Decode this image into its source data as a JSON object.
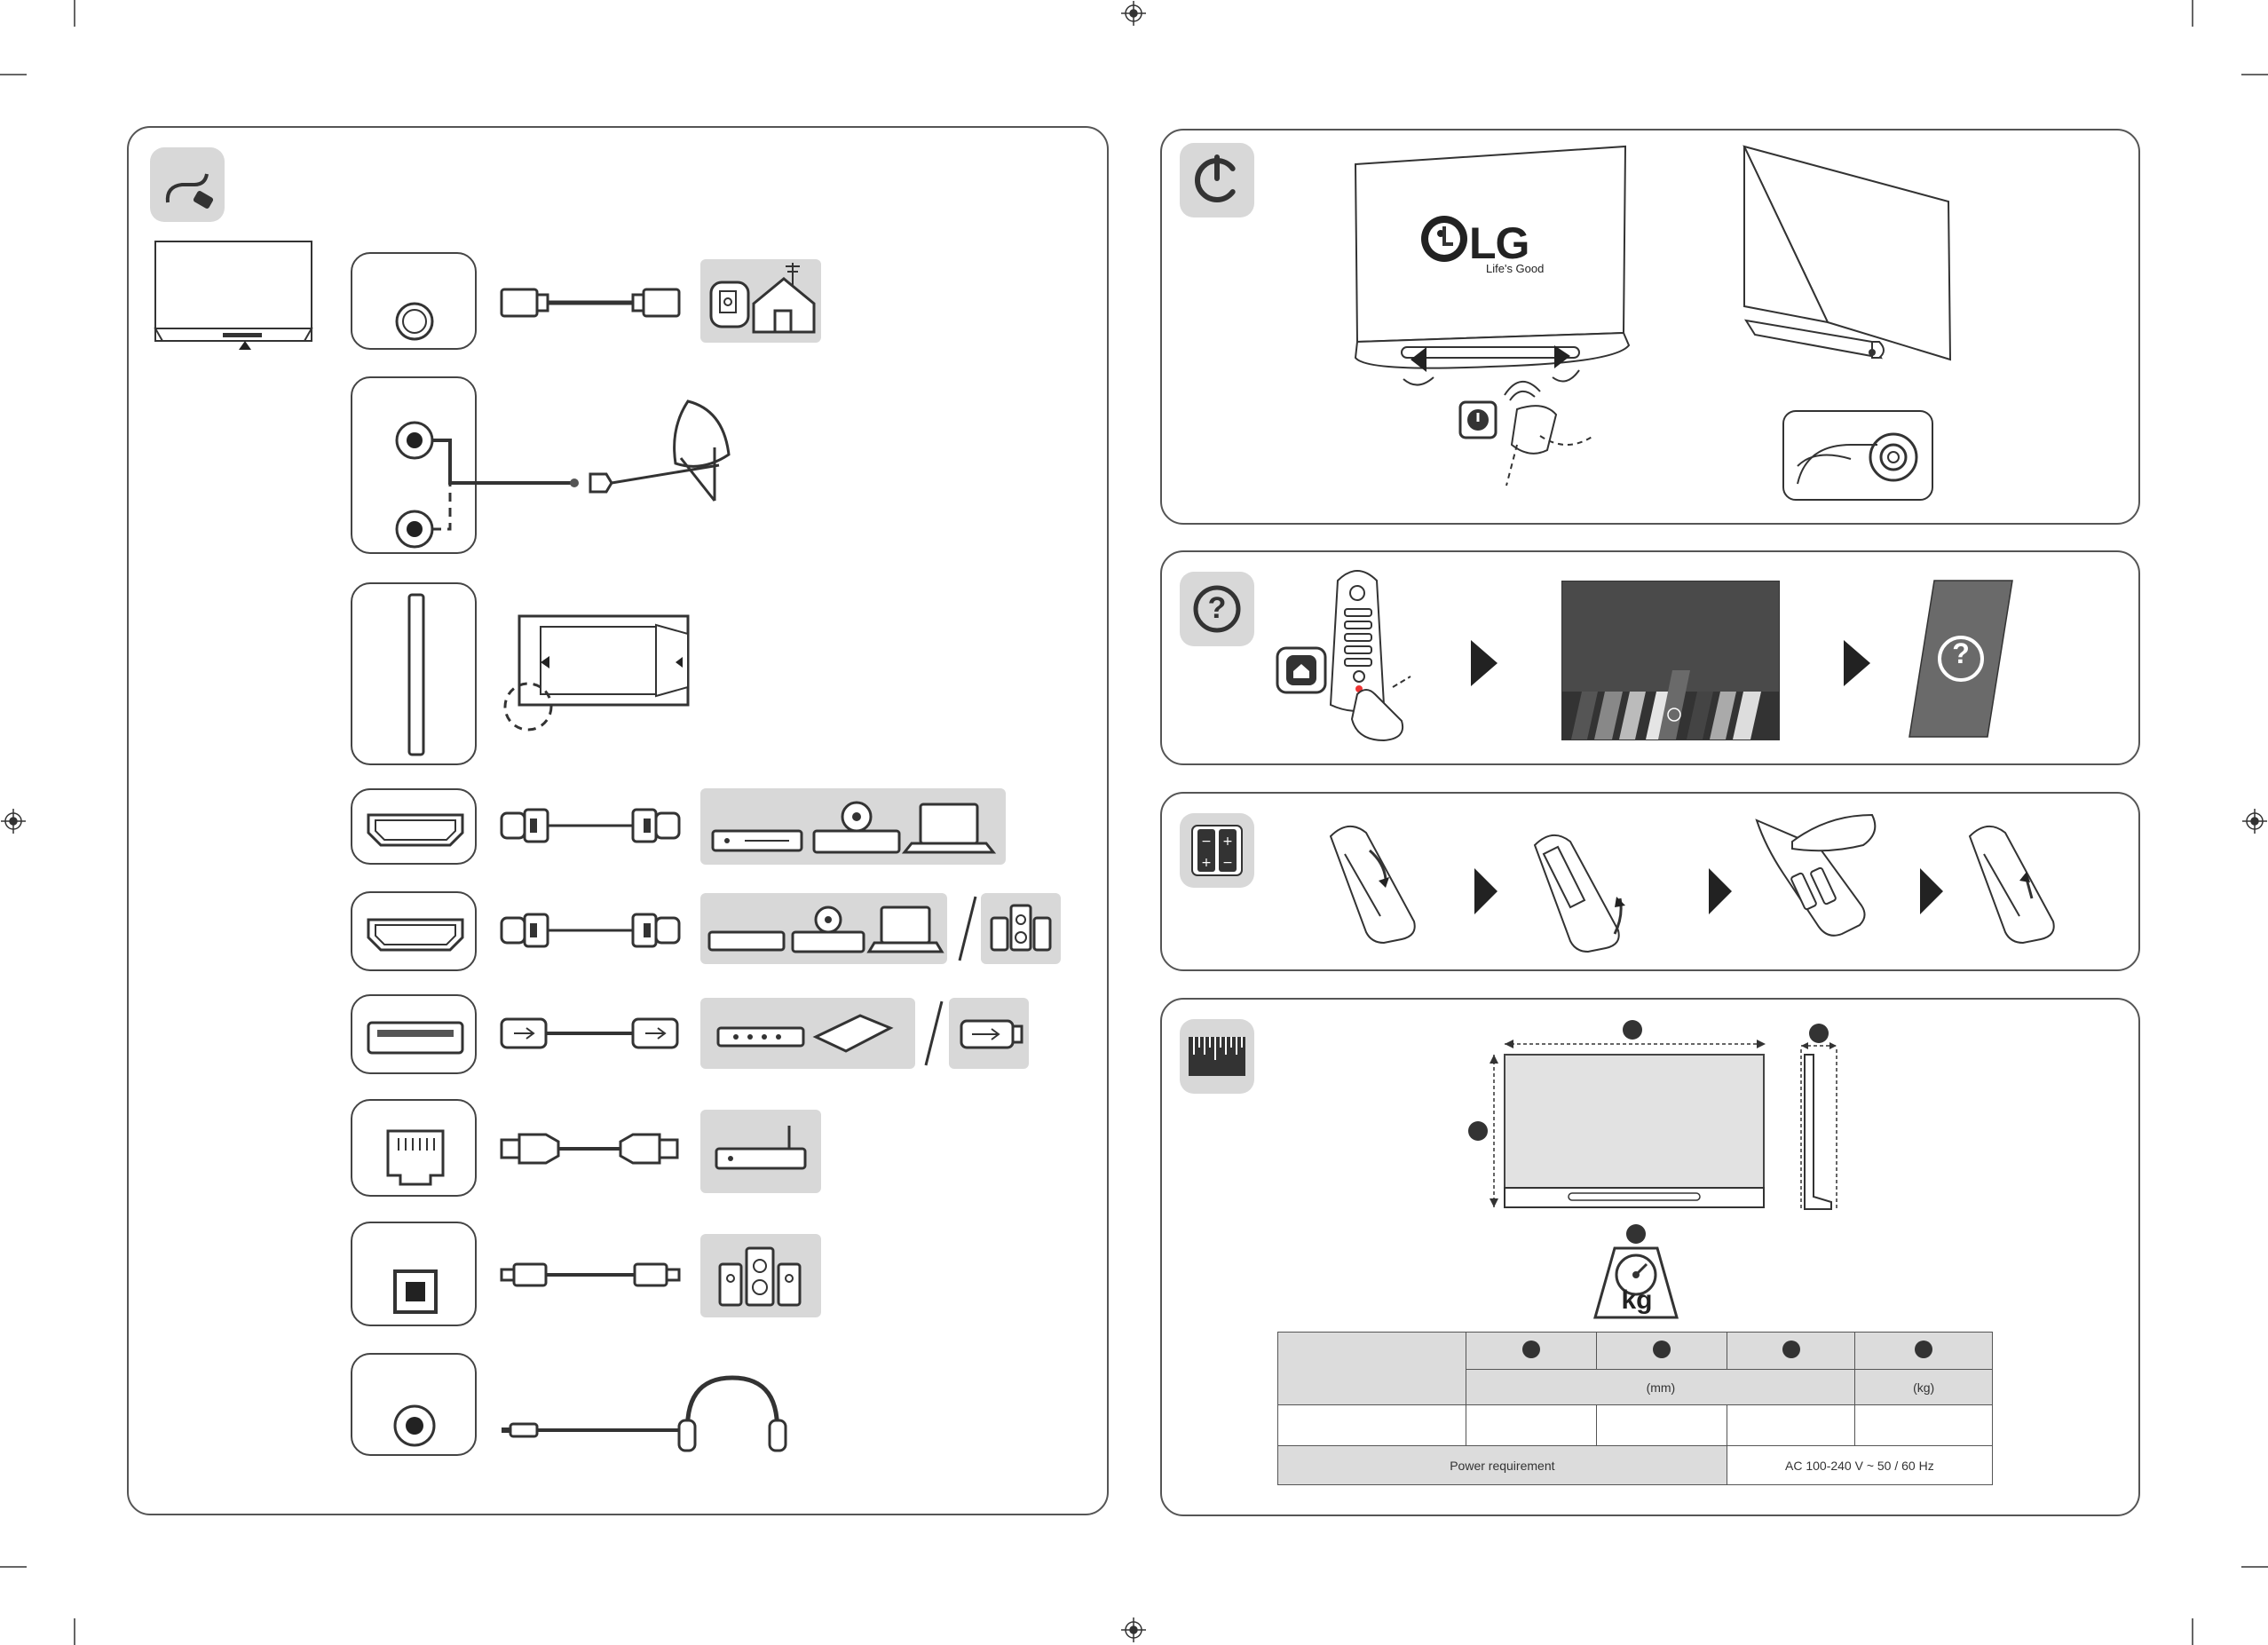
{
  "brand": {
    "logo_text": "LG",
    "slogan": "Life's Good"
  },
  "spec_table": {
    "unit_mm": "(mm)",
    "unit_kg": "(kg)",
    "power_label": "Power requirement",
    "power_value": "AC 100-240 V ~ 50 / 60 Hz"
  },
  "icons": {
    "kg_label": "kg",
    "help_glyph": "?"
  },
  "colors": {
    "panel_border": "#555555",
    "badge_bg": "#d8d8d8",
    "menu_bg": "#4a4a4a",
    "help_tile": "#6a6a6a"
  }
}
